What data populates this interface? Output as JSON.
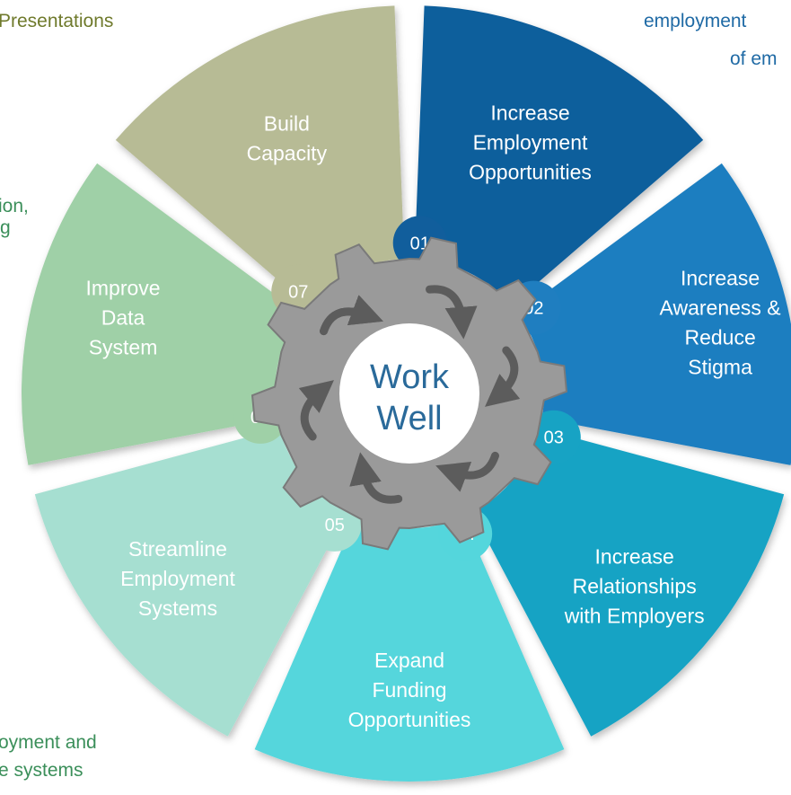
{
  "center": {
    "line1": "Work",
    "line2": "Well"
  },
  "segments": [
    {
      "number": "01",
      "lines": [
        "Increase",
        "Employment",
        "Opportunities"
      ],
      "color": "#115e9c"
    },
    {
      "number": "02",
      "lines": [
        "Increase",
        "Awareness &",
        "Reduce",
        "Stigma"
      ],
      "color": "#1f7ec0"
    },
    {
      "number": "03",
      "lines": [
        "Increase",
        "Relationships",
        "with Employers"
      ],
      "color": "#17a3c4"
    },
    {
      "number": "04",
      "lines": [
        "Expand",
        "Funding",
        "Opportunities"
      ],
      "color": "#54d6dc"
    },
    {
      "number": "05",
      "lines": [
        "Streamline",
        "Employment",
        "Systems"
      ],
      "color": "#a6dfd1"
    },
    {
      "number": "06",
      "lines": [
        "Improve",
        "Data",
        "System"
      ],
      "color": "#9fd0a7"
    },
    {
      "number": "07",
      "lines": [
        "Build",
        "Capacity"
      ],
      "color": "#b7bb95"
    }
  ],
  "edge_text": {
    "top_left": "Presentations",
    "top_right_1": "employment",
    "top_right_2": "of em",
    "mid_left_1": "ion,",
    "mid_left_2": "g",
    "bottom_left_1": "oyment and",
    "bottom_left_2": "e systems"
  },
  "colors": {
    "gear": "#9a9a9a",
    "gear_border": "#7a7a7a",
    "arrows": "#5c5c5c",
    "olive_text": "#6f7a2c",
    "blue_text": "#1f6aa5",
    "green_text": "#3b8f5a"
  }
}
